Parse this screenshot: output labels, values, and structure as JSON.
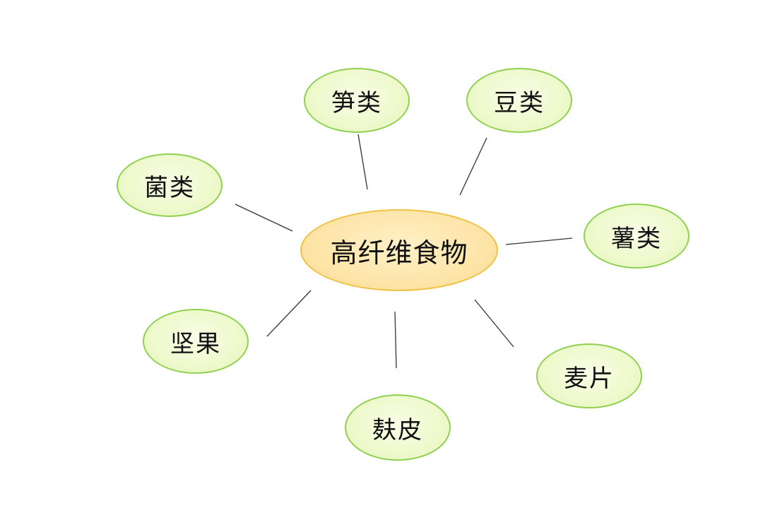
{
  "diagram": {
    "type": "mind-map",
    "center": {
      "label": "高纤维食物",
      "fill": "#fde4a6",
      "border": "#f0c244"
    },
    "leaf_style": {
      "fill": "#eef9cc",
      "border": "#8fd14f"
    },
    "line_color": "#333333",
    "nodes": [
      {
        "id": "sun",
        "label": "笋类"
      },
      {
        "id": "dou",
        "label": "豆类"
      },
      {
        "id": "jun",
        "label": "菌类"
      },
      {
        "id": "shu",
        "label": "薯类"
      },
      {
        "id": "jianguo",
        "label": "坚果"
      },
      {
        "id": "fupi",
        "label": "麸皮"
      },
      {
        "id": "maipian",
        "label": "麦片"
      }
    ]
  }
}
